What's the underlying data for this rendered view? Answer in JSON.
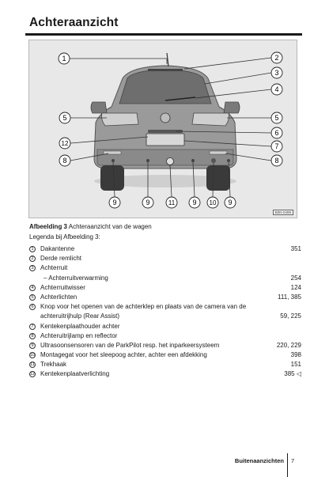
{
  "title": "Achteraanzicht",
  "figure": {
    "code": "B0N-0499",
    "callouts": [
      "1",
      "2",
      "3",
      "4",
      "5",
      "5",
      "6",
      "7",
      "8",
      "8",
      "9",
      "9",
      "11",
      "9",
      "10",
      "9",
      "12"
    ]
  },
  "caption": {
    "label": "Afbeelding 3",
    "text": "Achteraanzicht van de wagen"
  },
  "legend_heading": "Legenda bij Afbeelding 3:",
  "legend": [
    {
      "num": "1",
      "text": "Dakantenne",
      "page": "351"
    },
    {
      "num": "2",
      "text": "Derde remlicht",
      "page": ""
    },
    {
      "num": "3",
      "text": "Achterruit",
      "page": ""
    },
    {
      "num": "",
      "text": "– Achterruitverwarming",
      "page": "254"
    },
    {
      "num": "4",
      "text": "Achterruitwisser",
      "page": "124"
    },
    {
      "num": "5",
      "text": "Achterlichten",
      "page": "111, 385"
    },
    {
      "num": "6",
      "text": "Knop voor het openen van de achterklep en plaats van de camera van de achteruitrijhulp (Rear Assist)",
      "page": "59, 225"
    },
    {
      "num": "7",
      "text": "Kentekenplaathouder achter",
      "page": ""
    },
    {
      "num": "8",
      "text": "Achteruitrijlamp en reflector",
      "page": ""
    },
    {
      "num": "9",
      "text": "Ultrasoonsensoren van de ParkPilot resp. het inparkeersysteem",
      "page": "220, 229"
    },
    {
      "num": "10",
      "text": "Montagegat voor het sleepoog achter, achter een afdekking",
      "page": "398"
    },
    {
      "num": "11",
      "text": "Trekhaak",
      "page": "151"
    },
    {
      "num": "12",
      "text": "Kentekenplaatverlichting",
      "page": "385 ◁"
    }
  ],
  "footer": {
    "section": "Buitenaanzichten",
    "page_number": "7"
  }
}
